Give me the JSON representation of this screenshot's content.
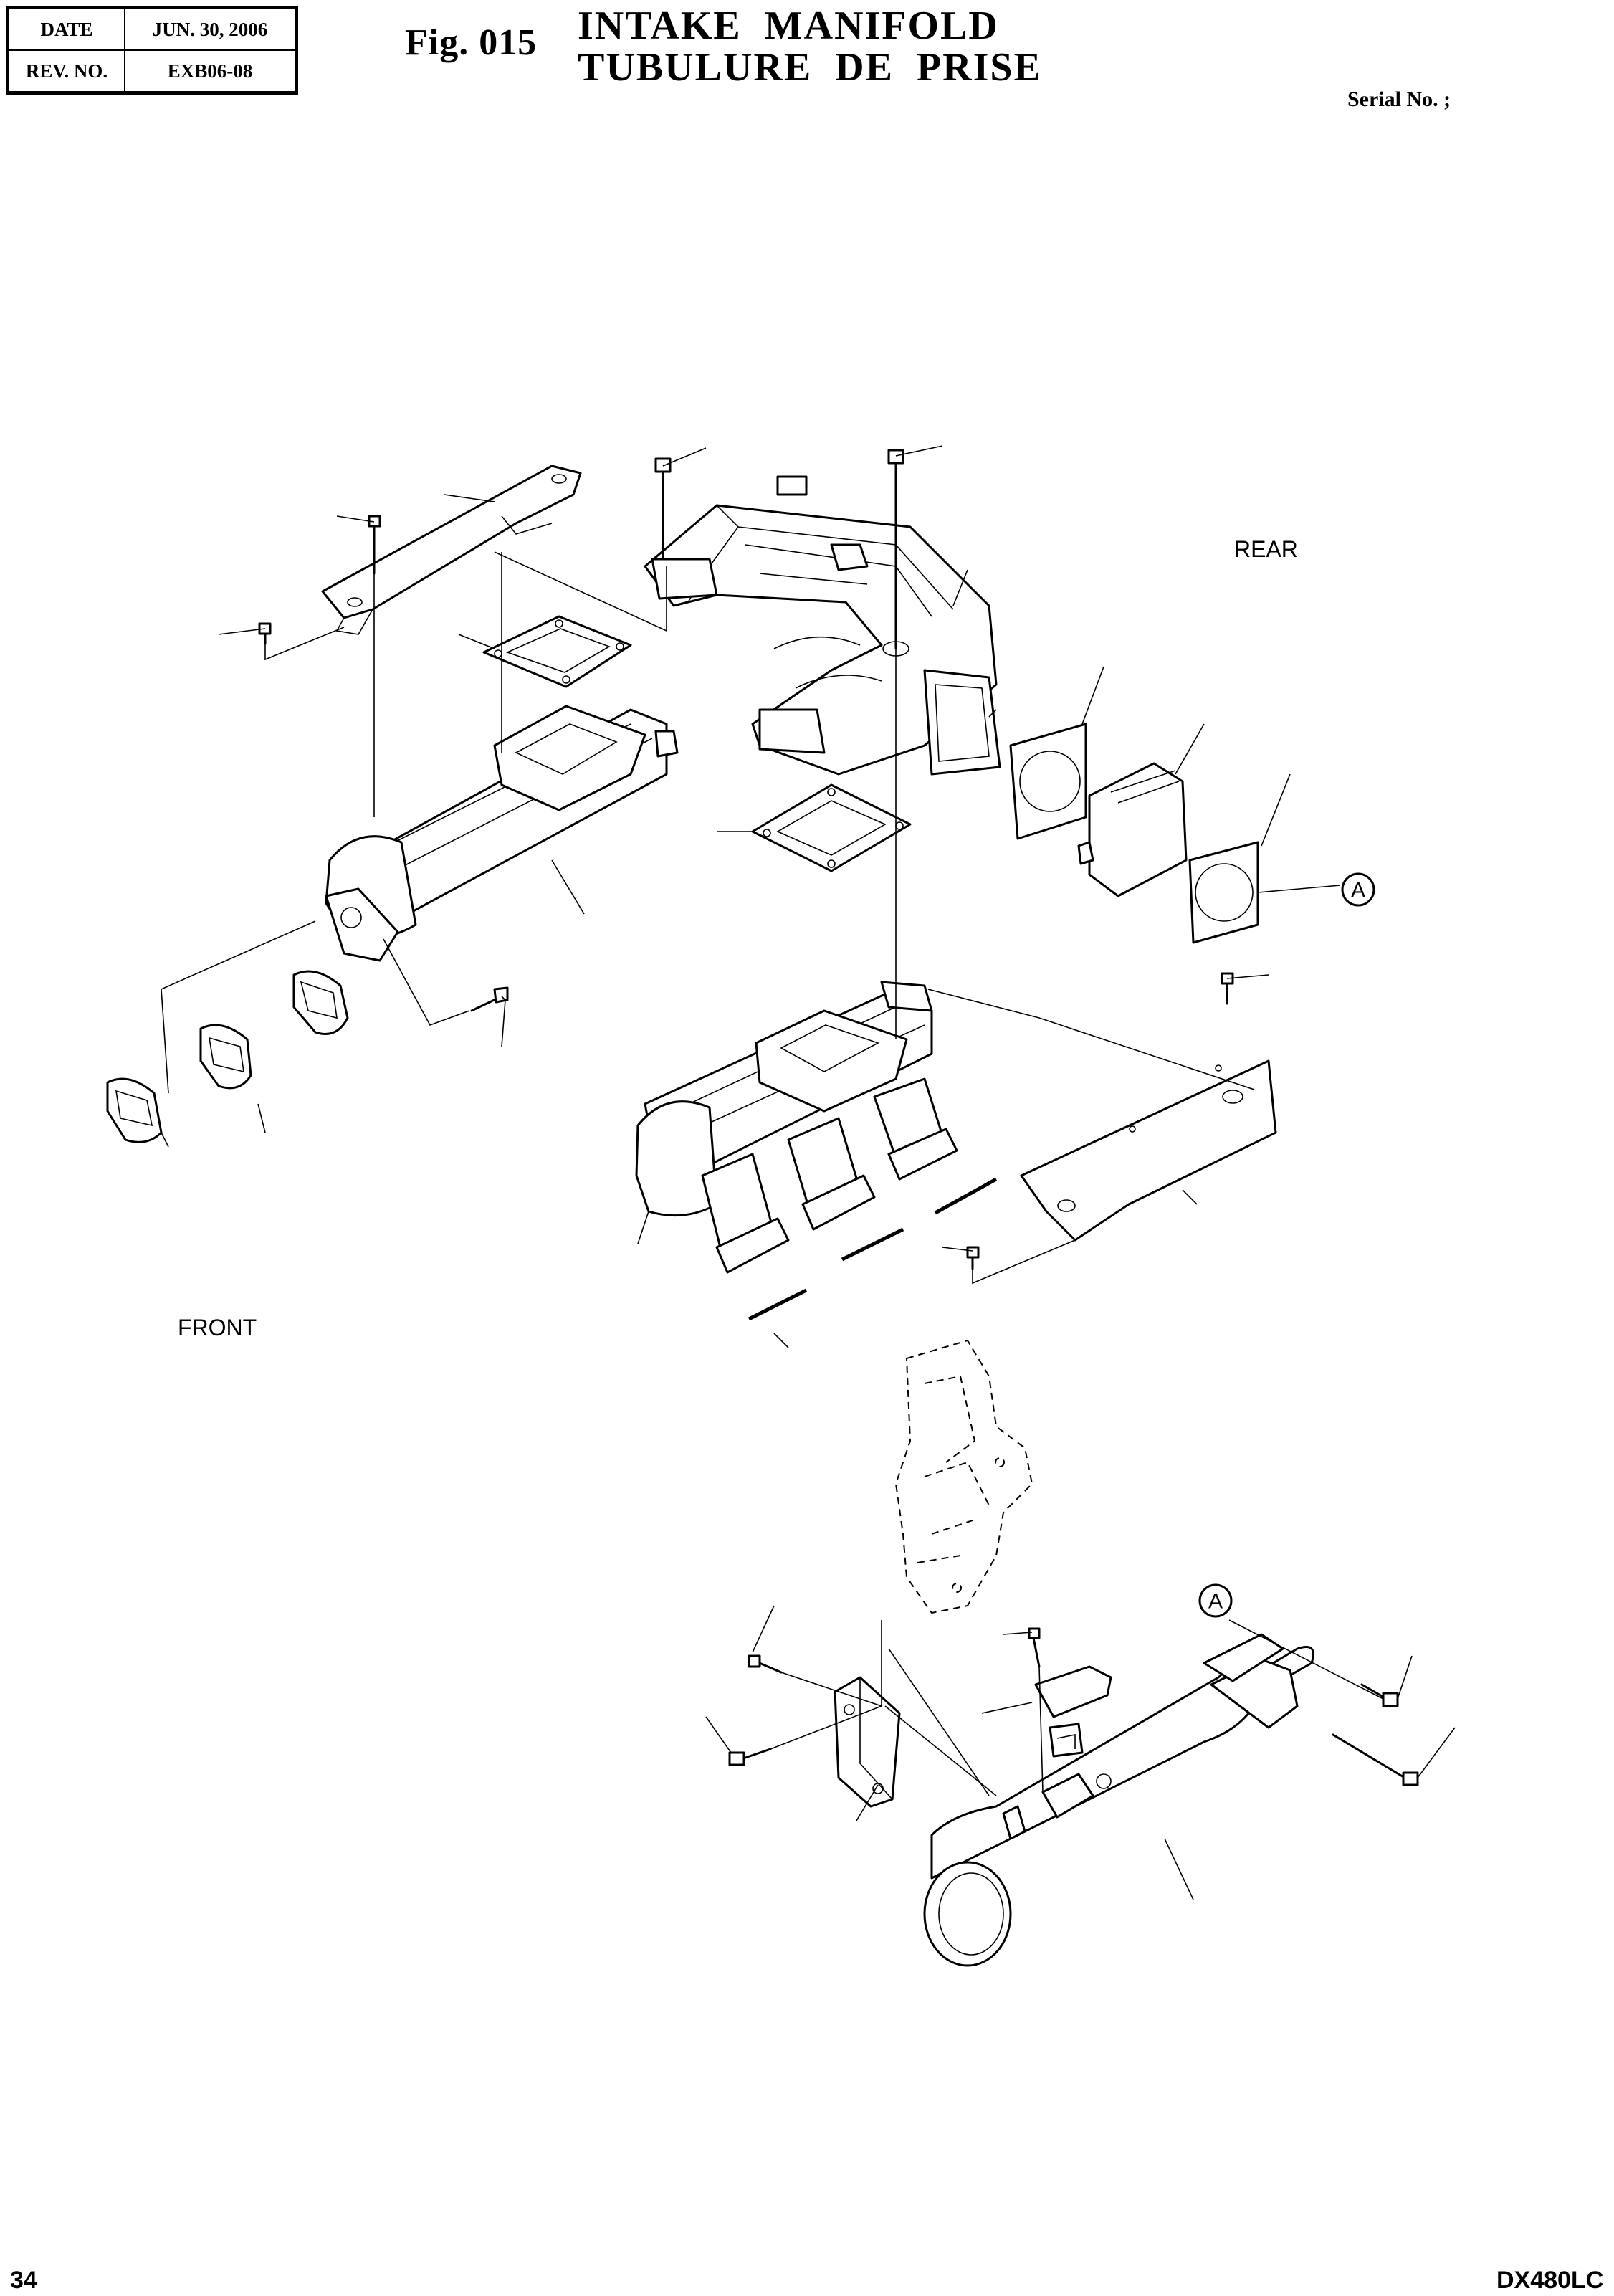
{
  "header": {
    "date_label": "DATE",
    "date_value": "JUN. 30, 2006",
    "rev_label": "REV. NO.",
    "rev_value": "EXB06-08",
    "figure_number": "Fig. 015",
    "title_en": "INTAKE  MANIFOLD",
    "title_fr": "TUBULURE  DE  PRISE",
    "serial_label": "Serial No. ;"
  },
  "diagram": {
    "label_rear": "REAR",
    "label_front": "FRONT",
    "callout_a_upper": "A",
    "callout_a_lower": "A"
  },
  "footer": {
    "page_number": "34",
    "model": "DX480LC"
  }
}
